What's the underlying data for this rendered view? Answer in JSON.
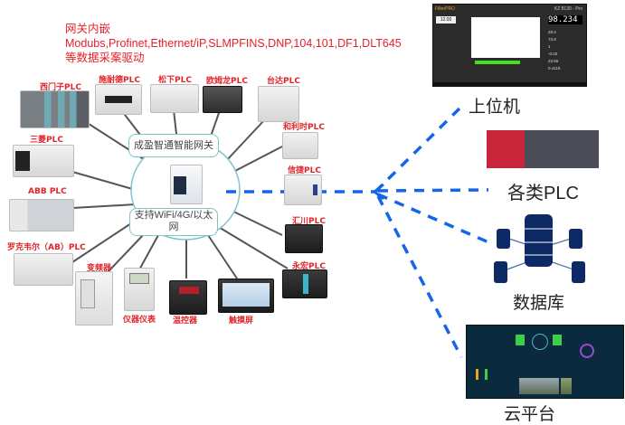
{
  "header": {
    "protocols_text": "网关内嵌Modubs,Profinet,Ethernet/iP,SLMPFINS,DNP,104,101,DF1,DLT645等数据采案驱动"
  },
  "gateway": {
    "name_label": "成盈智通智能网关",
    "connectivity_label": "支持WiFi/4G/以太网"
  },
  "devices": [
    {
      "id": "siemens",
      "label": "西门子PLC"
    },
    {
      "id": "schneider",
      "label": "施耐德PLC"
    },
    {
      "id": "panasonic",
      "label": "松下PLC"
    },
    {
      "id": "omron",
      "label": "欧姆龙PLC"
    },
    {
      "id": "delta",
      "label": "台达PLC"
    },
    {
      "id": "mitsubishi",
      "label": "三菱PLC"
    },
    {
      "id": "hollysys",
      "label": "和利时PLC"
    },
    {
      "id": "xinje",
      "label": "信捷PLC"
    },
    {
      "id": "abb",
      "label": "ABB PLC"
    },
    {
      "id": "inovance",
      "label": "汇川PLC"
    },
    {
      "id": "rockwell",
      "label": "罗克韦尔（AB）PLC"
    },
    {
      "id": "yonghong",
      "label": "永宏PLC"
    },
    {
      "id": "inverter",
      "label": "变频器"
    },
    {
      "id": "meter",
      "label": "仪器仪表"
    },
    {
      "id": "temp-controller",
      "label": "温控器"
    },
    {
      "id": "touchscreen",
      "label": "触摸屏"
    }
  ],
  "targets": [
    {
      "id": "host-computer",
      "label": "上位机"
    },
    {
      "id": "plc",
      "label": "各类PLC"
    },
    {
      "id": "database",
      "label": "数据库"
    },
    {
      "id": "cloud",
      "label": "云平台"
    }
  ],
  "scada_screen": {
    "brand": "FilterPRO",
    "model": "KZ 8130 - Pro",
    "main_reading": "98.234",
    "readings": [
      "28.4",
      "73.8",
      "1",
      "-0.02",
      "23.55",
      "0.4119"
    ],
    "left_input": "12.00"
  },
  "colors": {
    "label_red": "#e0262c",
    "dashed_blue": "#1565e8",
    "gateway_border": "#7fc4c9",
    "db_navy": "#0d2a66"
  }
}
